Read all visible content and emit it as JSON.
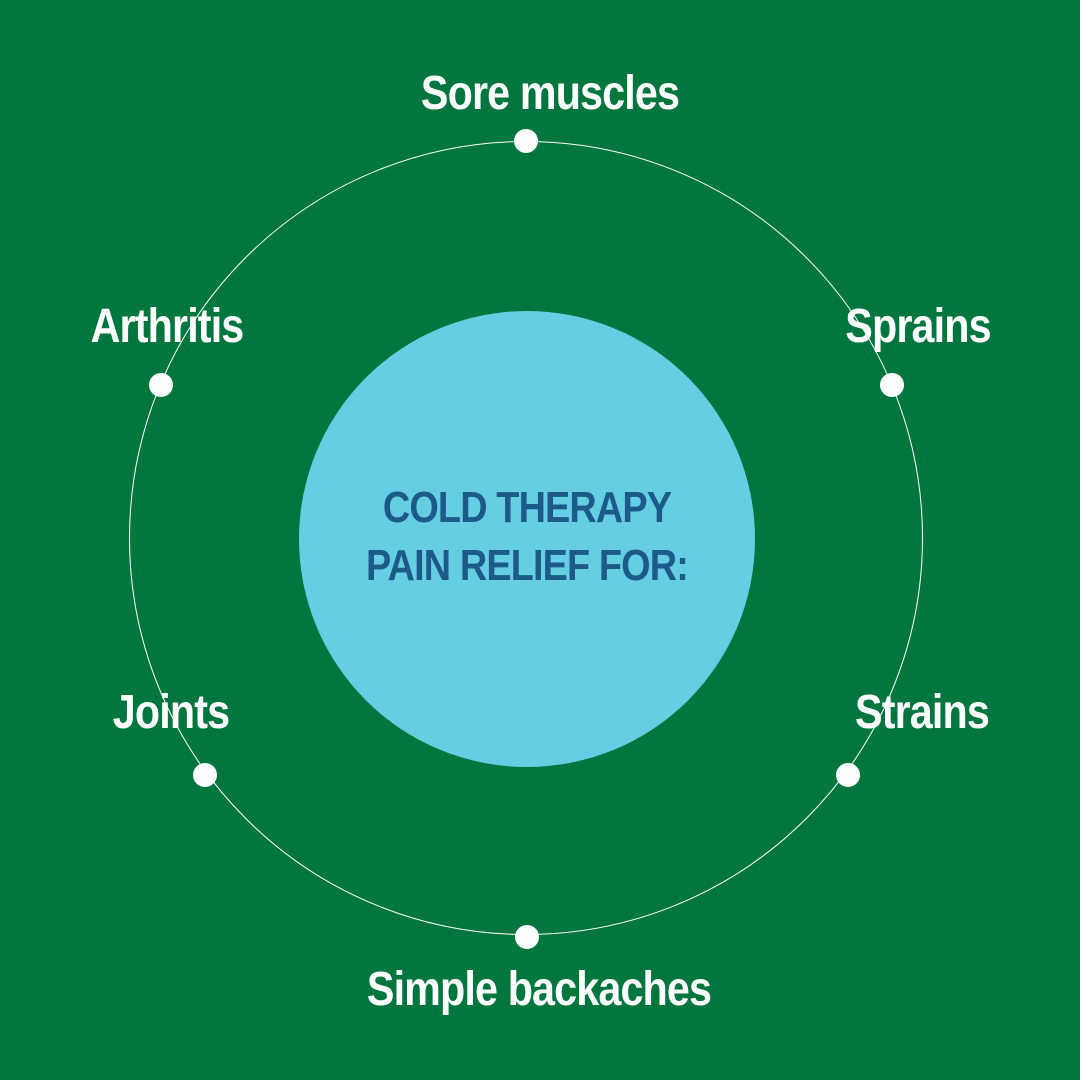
{
  "center": {
    "line1": "COLD THERAPY",
    "line2": "PAIN RELIEF FOR:"
  },
  "items": [
    {
      "label": "Sore muscles"
    },
    {
      "label": "Sprains"
    },
    {
      "label": "Strains"
    },
    {
      "label": "Simple backaches"
    },
    {
      "label": "Joints"
    },
    {
      "label": "Arthritis"
    }
  ],
  "colors": {
    "background": "#00763f",
    "hub": "#66cee3",
    "hub_text": "#1d5a8a",
    "ring_and_labels": "#ffffff"
  }
}
